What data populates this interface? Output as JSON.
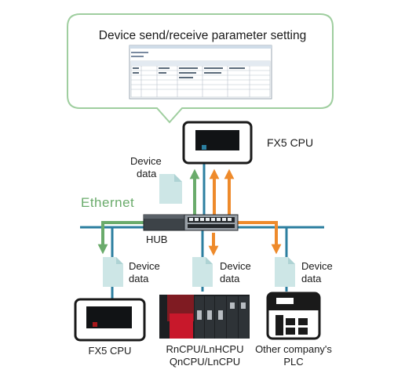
{
  "callout": {
    "title": "Device send/receive parameter setting"
  },
  "network": {
    "label": "Ethernet",
    "hub_label": "HUB"
  },
  "devices": {
    "top_cpu": "FX5 CPU",
    "bottom_left_cpu": "FX5 CPU",
    "bottom_mid_cpu_line1": "RnCPU/LnHCPU",
    "bottom_mid_cpu_line2": "QnCPU/LnCPU",
    "bottom_right_line1": "Other company's",
    "bottom_right_line2": "PLC"
  },
  "data_labels": {
    "top": [
      "Device",
      "data"
    ],
    "left": [
      "Device",
      "data"
    ],
    "mid": [
      "Device",
      "data"
    ],
    "right": [
      "Device",
      "data"
    ]
  },
  "colors": {
    "network_line": "#2c7fa0",
    "send_arrow": "#6aab6b",
    "receive_arrow": "#ee8a2b",
    "callout_border": "#9fce9f",
    "document": "#cde6e6"
  }
}
